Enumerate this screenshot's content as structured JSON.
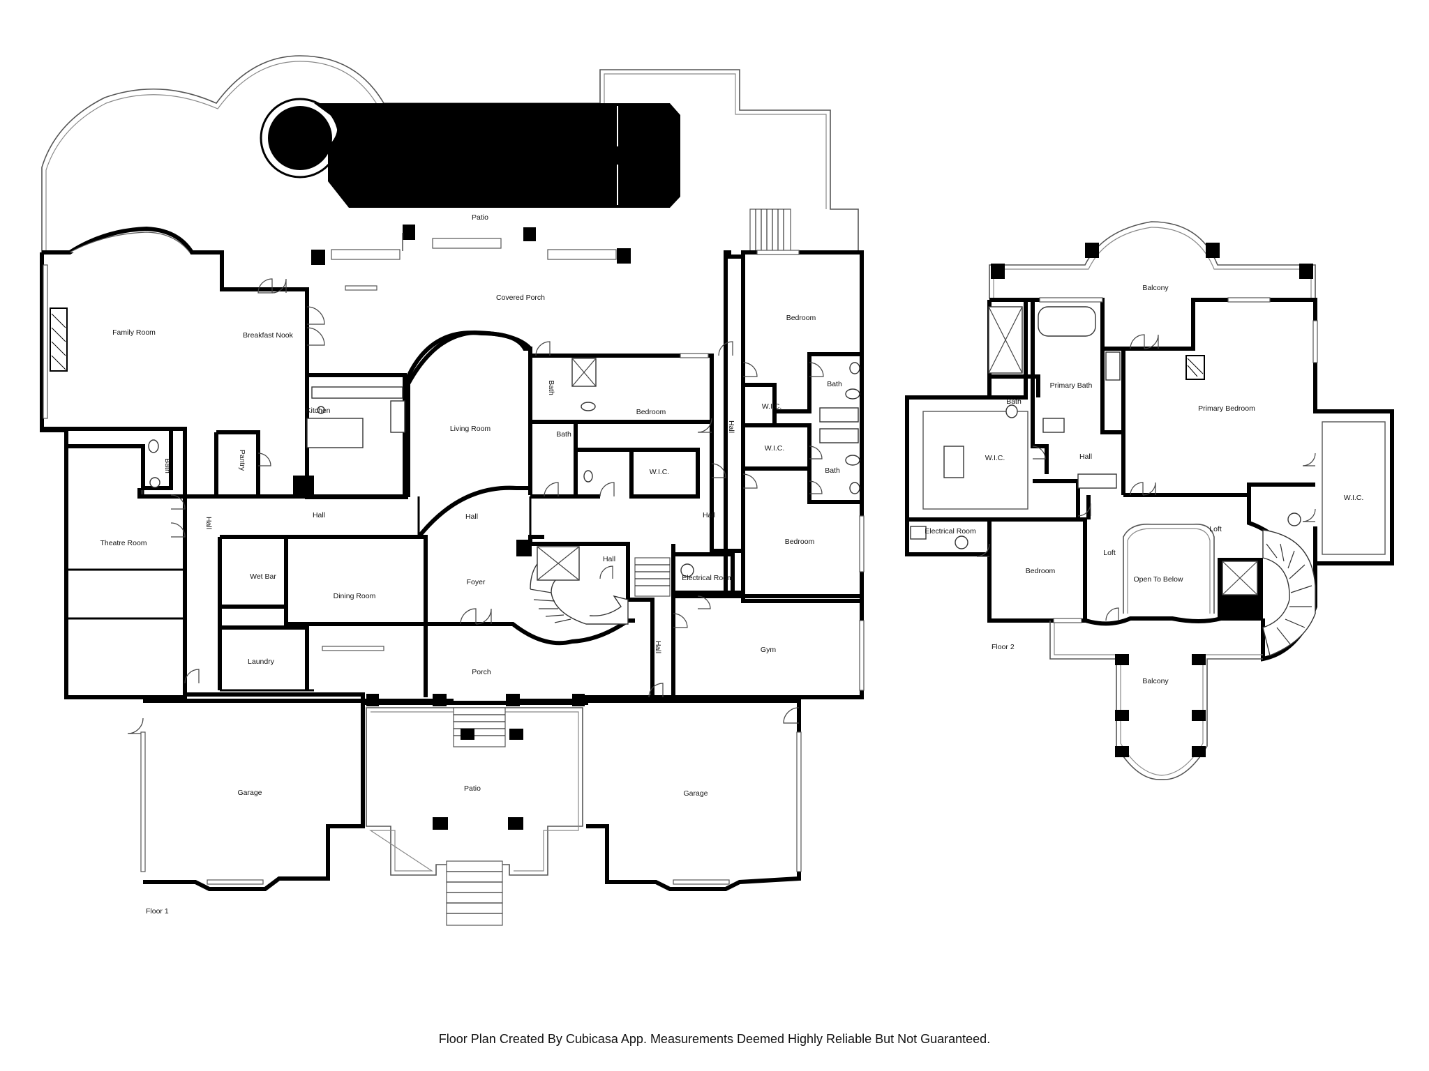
{
  "floor1": {
    "floor_label": "Floor 1",
    "rooms": {
      "patio_top": "Patio",
      "covered_porch": "Covered Porch",
      "family_room": "Family Room",
      "breakfast_nook": "Breakfast Nook",
      "kitchen": "Kitchen",
      "pantry": "Pantry",
      "bath_small": "Bath",
      "theatre_room": "Theatre Room",
      "hall_vertical": "Hall",
      "hall_main": "Hall",
      "hall_center": "Hall",
      "hall_right": "Hall",
      "hall_stairs": "Hall",
      "hall_right_vertical": "Hall",
      "hall_gym": "Hall",
      "living_room": "Living Room",
      "bath_a": "Bath",
      "bath_b": "Bath",
      "bedroom_center": "Bedroom",
      "wic_center": "W.I.C.",
      "bedroom_top_right": "Bedroom",
      "wic_right_1": "W.I.C.",
      "wic_right_2": "W.I.C.",
      "bath_right_1": "Bath",
      "bath_right_2": "Bath",
      "bedroom_right": "Bedroom",
      "electrical_room": "Electrical Room",
      "gym": "Gym",
      "wet_bar": "Wet Bar",
      "dining_room": "Dining Room",
      "foyer": "Foyer",
      "laundry": "Laundry",
      "porch": "Porch",
      "garage_left": "Garage",
      "patio_front": "Patio",
      "garage_right": "Garage"
    }
  },
  "floor2": {
    "floor_label": "Floor 2",
    "rooms": {
      "balcony_top": "Balcony",
      "primary_bath": "Primary Bath",
      "bath": "Bath",
      "primary_bedroom": "Primary Bedroom",
      "wic_left": "W.I.C.",
      "hall": "Hall",
      "wic_right": "W.I.C.",
      "electrical_room": "Electrical Room",
      "bedroom": "Bedroom",
      "loft_left": "Loft",
      "open_to_below": "Open To Below",
      "loft_right": "Loft",
      "balcony_bottom": "Balcony"
    }
  },
  "footer": "Floor Plan Created By Cubicasa App. Measurements Deemed Highly Reliable But Not Guaranteed."
}
